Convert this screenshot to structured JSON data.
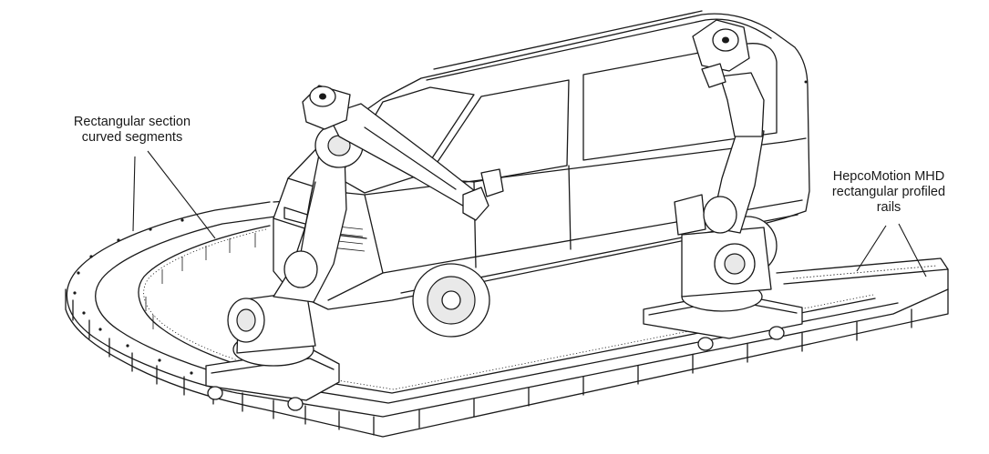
{
  "figure": {
    "callouts": {
      "left": {
        "line1": "Rectangular section",
        "line2": "curved segments"
      },
      "right": {
        "line1": "HepcoMotion MHD",
        "line2": "rectangular profiled",
        "line3": "rails"
      }
    }
  }
}
